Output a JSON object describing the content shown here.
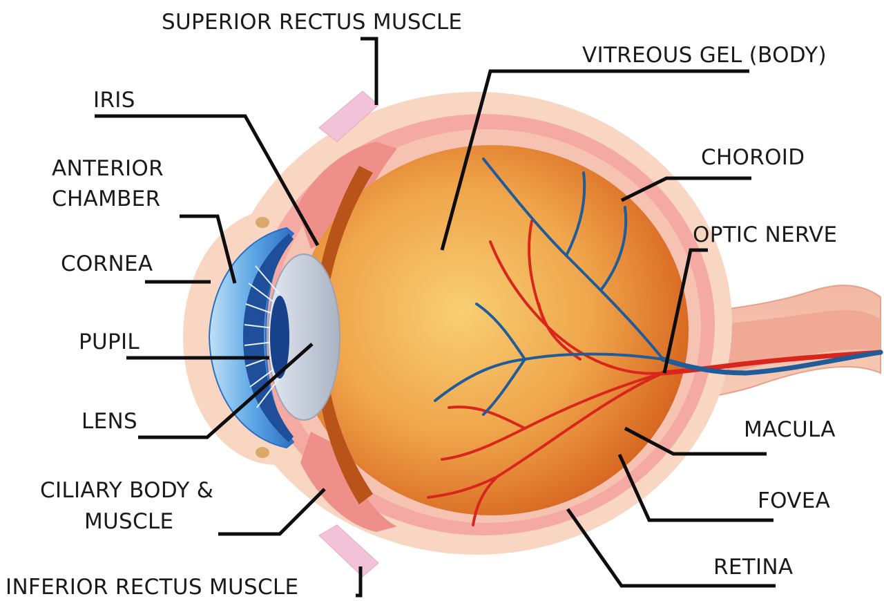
{
  "labels": {
    "superior_rectus": "SUPERIOR RECTUS MUSCLE",
    "vitreous": "VITREOUS GEL (BODY)",
    "iris": "IRIS",
    "anterior_line1": "ANTERIOR",
    "anterior_line2": "CHAMBER",
    "choroid": "CHOROID",
    "optic_nerve": "OPTIC NERVE",
    "cornea": "CORNEA",
    "pupil": "PUPIL",
    "lens": "LENS",
    "macula": "MACULA",
    "ciliary_line1": "CILIARY BODY &",
    "ciliary_line2": "MUSCLE",
    "fovea": "FOVEA",
    "retina": "RETINA",
    "inferior_rectus": "INFERIOR RECTUS MUSCLE"
  },
  "colors": {
    "sclera": "#f7d3bd",
    "choroid": "#f4a7a3",
    "vitreous_center": "#f7c46a",
    "vitreous_edge": "#d86a1e",
    "artery": "#d9261c",
    "vein": "#1f5c99",
    "cornea": "#3d8fd9",
    "iris_dark": "#1f4f9a",
    "lens": "#c9d0dc",
    "leader_line": "#0d0d0d"
  }
}
